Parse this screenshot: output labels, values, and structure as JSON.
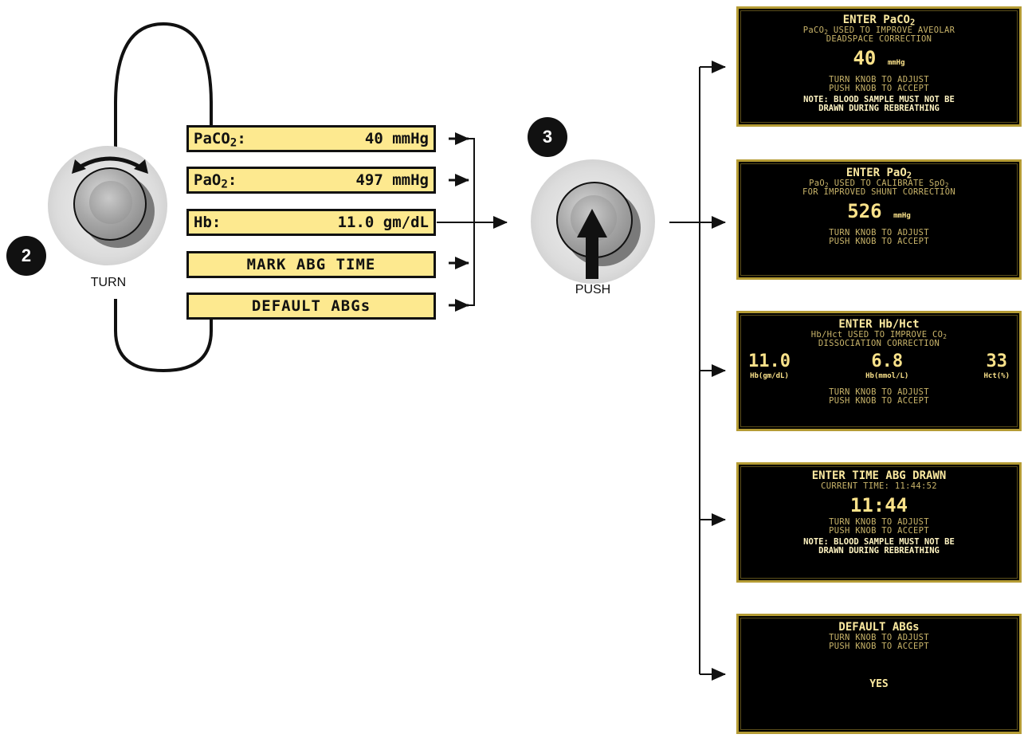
{
  "knob_turn": {
    "step": "2",
    "caption": "TURN"
  },
  "knob_push": {
    "step": "3",
    "caption": "PUSH"
  },
  "menu": {
    "paco2": {
      "label": "PaCO",
      "sub": "2",
      "colon": ":",
      "value": "40 mmHg"
    },
    "pao2": {
      "label": "PaO",
      "sub": "2",
      "colon": ":",
      "value": "497 mmHg"
    },
    "hb": {
      "label": "Hb:",
      "value": "11.0 gm/dL"
    },
    "mark_abg": {
      "label": "MARK ABG TIME"
    },
    "default_abgs": {
      "label": "DEFAULT ABGs"
    }
  },
  "screens": {
    "paco2": {
      "title": "ENTER PaCO",
      "title_sub": "2",
      "desc1_a": "PaCO",
      "desc1_sub": "2",
      "desc1_b": " USED TO IMPROVE AVEOLAR",
      "desc2": "DEADSPACE CORRECTION",
      "value": "40",
      "unit": "mmHg",
      "turn": "TURN KNOB TO ADJUST",
      "push": "PUSH KNOB TO ACCEPT",
      "note1": "NOTE: BLOOD SAMPLE MUST NOT BE",
      "note2": "DRAWN DURING REBREATHING"
    },
    "pao2": {
      "title": "ENTER PaO",
      "title_sub": "2",
      "desc1_a": "PaO",
      "desc1_sub": "2",
      "desc1_b": " USED TO CALIBRATE SpO",
      "desc1_sub2": "2",
      "desc2": "FOR IMPROVED SHUNT CORRECTION",
      "value": "526",
      "unit": "mmHg",
      "turn": "TURN KNOB TO ADJUST",
      "push": "PUSH KNOB TO ACCEPT"
    },
    "hb": {
      "title": "ENTER Hb/Hct",
      "desc1_a": "Hb/Hct USED TO IMPROVE CO",
      "desc1_sub": "2",
      "desc2": "DISSOCIATION CORRECTION",
      "v1": "11.0",
      "l1": "Hb(gm/dL)",
      "v2": "6.8",
      "l2": "Hb(mmol/L)",
      "v3": "33",
      "l3": "Hct(%)",
      "turn": "TURN KNOB TO ADJUST",
      "push": "PUSH KNOB TO ACCEPT"
    },
    "time": {
      "title": "ENTER TIME ABG DRAWN",
      "current": "CURRENT TIME: 11:44:52",
      "value": "11:44",
      "turn": "TURN KNOB TO ADJUST",
      "push": "PUSH KNOB TO ACCEPT",
      "note1": "NOTE: BLOOD SAMPLE MUST NOT BE",
      "note2": "DRAWN DURING REBREATHING"
    },
    "default": {
      "title": "DEFAULT ABGs",
      "turn": "TURN KNOB TO ADJUST",
      "push": "PUSH KNOB TO ACCEPT",
      "yes": "YES"
    }
  }
}
